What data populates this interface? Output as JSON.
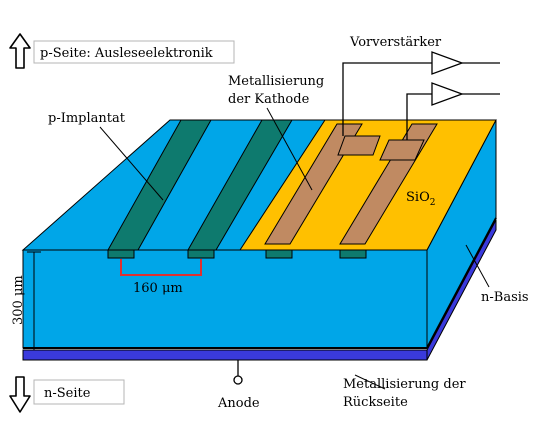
{
  "labels": {
    "p_side": "p-Seite: Ausleseelektronik",
    "n_side": "n-Seite",
    "preamp": "Vorverstärker",
    "cathode_metal_line1": "Metallisierung",
    "cathode_metal_line2": "der Kathode",
    "p_implant": "p-Implantat",
    "sio2_main": "SiO",
    "sio2_sub": "2",
    "thickness": "300 μm",
    "pitch": "160 μm",
    "n_base": "n-Basis",
    "anode": "Anode",
    "backside_line1": "Metallisierung der",
    "backside_line2": "Rückseite"
  },
  "icons": {
    "up_arrow": "up-arrow-icon",
    "down_arrow": "down-arrow-icon",
    "amplifier": "triangle-amplifier-icon"
  },
  "colors": {
    "silicon": "#00A6E8",
    "implant": "#0E7A6E",
    "oxide": "#FFC000",
    "metal": "#C08A62",
    "backside": "#3A3ADC",
    "dimension": "#E03030"
  }
}
